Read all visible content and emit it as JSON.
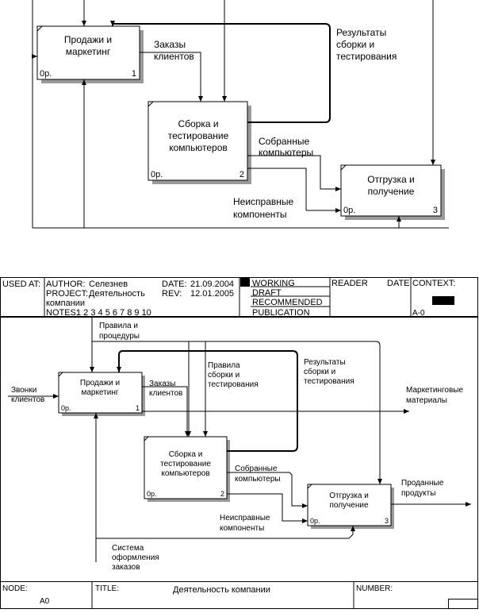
{
  "top": {
    "boxes": [
      {
        "title": [
          "Продажи и",
          "маркетинг"
        ],
        "cost": "0р.",
        "num": "1"
      },
      {
        "title": [
          "Сборка и",
          "тестирование",
          "компьютеров"
        ],
        "cost": "0р.",
        "num": "2"
      },
      {
        "title": [
          "Отгрузка и",
          "получение"
        ],
        "cost": "0р.",
        "num": "3"
      }
    ],
    "labels": {
      "orders": [
        "Заказы",
        "клиентов"
      ],
      "results": [
        "Результаты",
        "сборки и",
        "тестирования"
      ],
      "assembled": [
        "Собранные",
        "компьютеры"
      ],
      "defective": [
        "Неисправные",
        "компоненты"
      ]
    }
  },
  "header": {
    "used_at": "USED AT:",
    "author_label": "AUTHOR:",
    "author": "Селезнев",
    "date_label": "DATE:",
    "date": "21.09.2004",
    "project_label": "PROJECT:",
    "project": "Деятельность",
    "project_cont": "компании",
    "rev_label": "REV:",
    "rev": "12.01.2005",
    "notes_label": "NOTES:",
    "notes": "1 2 3 4 5 6 7 8 9 10",
    "status": [
      "WORKING",
      "DRAFT",
      "RECOMMENDED",
      "PUBLICATION"
    ],
    "reader": "READER",
    "date2": "DATE",
    "context": "CONTEXT:",
    "context_node": "A-0"
  },
  "bottom": {
    "boxes": [
      {
        "title": [
          "Продажи и",
          "маркетинг"
        ],
        "cost": "0р.",
        "num": "1"
      },
      {
        "title": [
          "Сборка и",
          "тестирование",
          "компьютеров"
        ],
        "cost": "0р.",
        "num": "2"
      },
      {
        "title": [
          "Отгрузка и",
          "получение"
        ],
        "cost": "0р.",
        "num": "3"
      }
    ],
    "labels": {
      "rules": [
        "Правила и",
        "процедуры"
      ],
      "asm_rules": [
        "Правила",
        "сборки и",
        "тестирования"
      ],
      "results": [
        "Результаты",
        "сборки и",
        "тестирования"
      ],
      "calls": [
        "Звонки",
        "клиентов"
      ],
      "orders": [
        "Заказы",
        "клиентов"
      ],
      "marketing": [
        "Маркетинговые",
        "материалы"
      ],
      "assembled": [
        "Собранные",
        "компьютеры"
      ],
      "sold": [
        "Проданные",
        "продукты"
      ],
      "defective": [
        "Неисправные",
        "компоненты"
      ],
      "system": [
        "Система",
        "оформления",
        "заказов"
      ]
    }
  },
  "footer": {
    "node_label": "NODE:",
    "node": "A0",
    "title_label": "TITLE:",
    "title": "Деятельность компании",
    "number_label": "NUMBER:"
  }
}
